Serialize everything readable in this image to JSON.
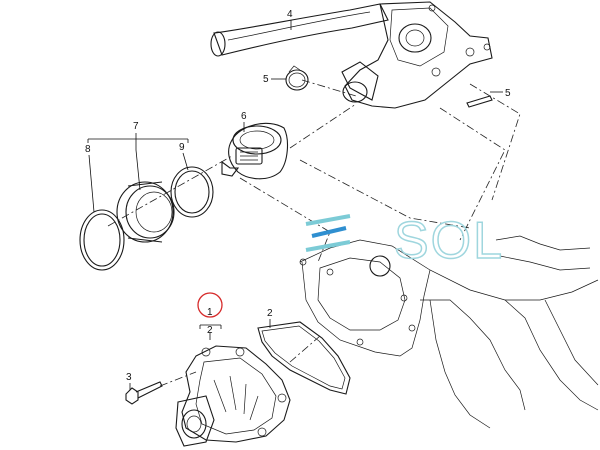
{
  "callouts": {
    "c1": "1",
    "c2": "2",
    "c2b": "2",
    "c3": "3",
    "c4": "4",
    "c5a": "5",
    "c5b": "5",
    "c6": "6",
    "c7": "7",
    "c8": "8",
    "c9": "9"
  },
  "watermark": {
    "text": "SOL",
    "color": "#9fd6de"
  },
  "highlight": {
    "color": "#d62a2a"
  }
}
